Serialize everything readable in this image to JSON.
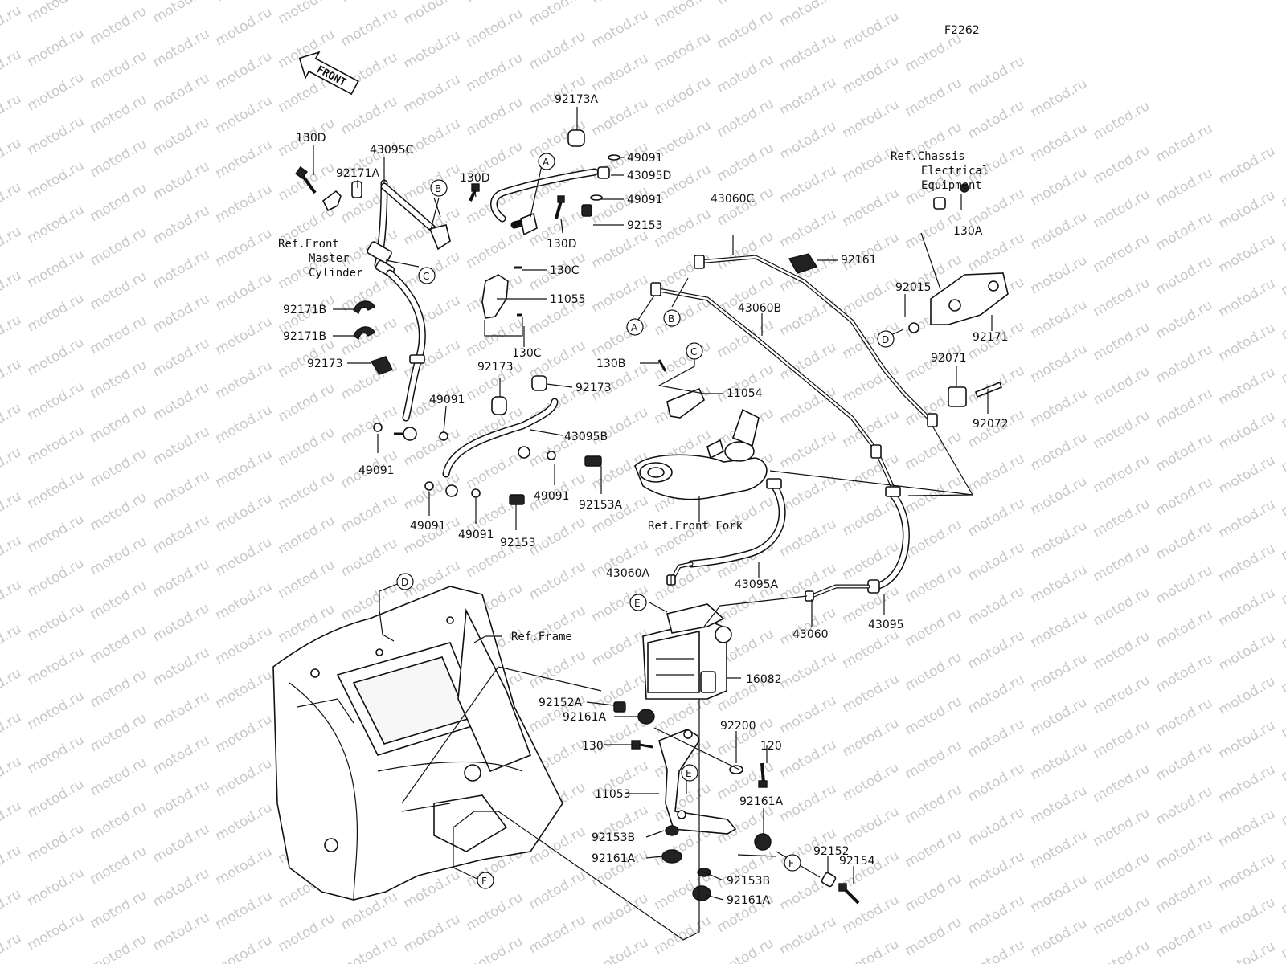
{
  "figure_code": "F2262",
  "front_label": "FRONT",
  "watermark": "motod.ru",
  "part_numbers": [
    {
      "id": "130D_a",
      "text": "130D"
    },
    {
      "id": "43095C",
      "text": "43095C"
    },
    {
      "id": "92171A",
      "text": "92171A"
    },
    {
      "id": "130D_b",
      "text": "130D"
    },
    {
      "id": "92173A",
      "text": "92173A"
    },
    {
      "id": "49091_a",
      "text": "49091"
    },
    {
      "id": "43095D",
      "text": "43095D"
    },
    {
      "id": "49091_b",
      "text": "49091"
    },
    {
      "id": "92153_a",
      "text": "92153"
    },
    {
      "id": "130D_c",
      "text": "130D"
    },
    {
      "id": "130C_a",
      "text": "130C"
    },
    {
      "id": "11055",
      "text": "11055"
    },
    {
      "id": "130C_b",
      "text": "130C"
    },
    {
      "id": "92171B_a",
      "text": "92171B"
    },
    {
      "id": "92171B_b",
      "text": "92171B"
    },
    {
      "id": "92173_a",
      "text": "92173"
    },
    {
      "id": "92173_b",
      "text": "92173"
    },
    {
      "id": "92173_c",
      "text": "92173"
    },
    {
      "id": "49091_c",
      "text": "49091"
    },
    {
      "id": "43095B",
      "text": "43095B"
    },
    {
      "id": "49091_d",
      "text": "49091"
    },
    {
      "id": "49091_e",
      "text": "49091"
    },
    {
      "id": "92153A",
      "text": "92153A"
    },
    {
      "id": "49091_f",
      "text": "49091"
    },
    {
      "id": "49091_g",
      "text": "49091"
    },
    {
      "id": "92153_b",
      "text": "92153"
    },
    {
      "id": "43060C",
      "text": "43060C"
    },
    {
      "id": "92161",
      "text": "92161"
    },
    {
      "id": "43060B",
      "text": "43060B"
    },
    {
      "id": "130B",
      "text": "130B"
    },
    {
      "id": "11054",
      "text": "11054"
    },
    {
      "id": "130A",
      "text": "130A"
    },
    {
      "id": "92015",
      "text": "92015"
    },
    {
      "id": "92171",
      "text": "92171"
    },
    {
      "id": "92071",
      "text": "92071"
    },
    {
      "id": "92072",
      "text": "92072"
    },
    {
      "id": "43060A",
      "text": "43060A"
    },
    {
      "id": "43095A",
      "text": "43095A"
    },
    {
      "id": "43060",
      "text": "43060"
    },
    {
      "id": "43095",
      "text": "43095"
    },
    {
      "id": "16082",
      "text": "16082"
    },
    {
      "id": "92152A",
      "text": "92152A"
    },
    {
      "id": "92161A_a",
      "text": "92161A"
    },
    {
      "id": "92200",
      "text": "92200"
    },
    {
      "id": "130",
      "text": "130"
    },
    {
      "id": "120",
      "text": "120"
    },
    {
      "id": "11053",
      "text": "11053"
    },
    {
      "id": "92161A_b",
      "text": "92161A"
    },
    {
      "id": "92153B_a",
      "text": "92153B"
    },
    {
      "id": "92152",
      "text": "92152"
    },
    {
      "id": "92154",
      "text": "92154"
    },
    {
      "id": "92161A_c",
      "text": "92161A"
    },
    {
      "id": "92153B_b",
      "text": "92153B"
    },
    {
      "id": "92161A_d",
      "text": "92161A"
    }
  ],
  "references": {
    "front_master_cylinder": [
      "Ref.Front",
      "Master",
      "Cylinder"
    ],
    "chassis_electrical": [
      "Ref.Chassis",
      "Electrical",
      "Equipment"
    ],
    "front_fork": "Ref.Front Fork",
    "frame": "Ref.Frame"
  },
  "callout_letters": {
    "A": "A",
    "B": "B",
    "C": "C",
    "D": "D",
    "E": "E",
    "F": "F"
  }
}
